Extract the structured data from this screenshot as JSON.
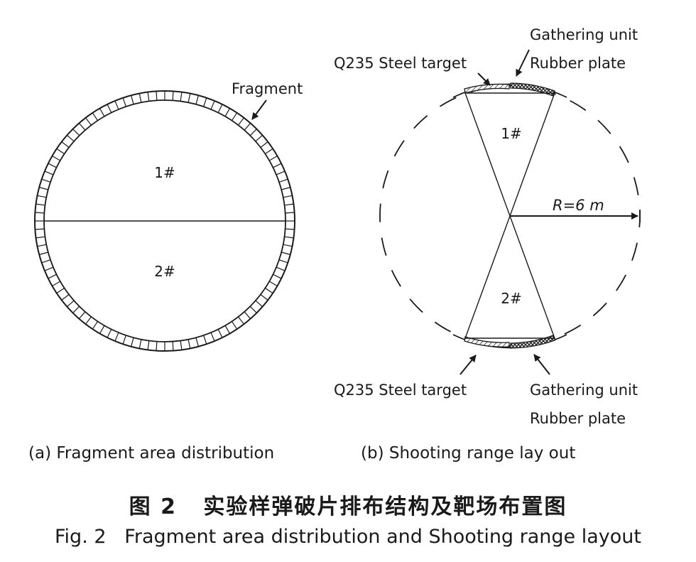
{
  "panel_a": {
    "fragment_label": "Fragment",
    "region_top": "1#",
    "region_bottom": "2#",
    "caption": "(a) Fragment area distribution"
  },
  "panel_b": {
    "steel_target_top": "Q235 Steel target",
    "gathering_unit_top": "Gathering unit",
    "rubber_plate_top": "Rubber plate",
    "region_top": "1#",
    "region_bottom": "2#",
    "radius_label": "R=6 m",
    "steel_target_bottom": "Q235 Steel target",
    "gathering_unit_bottom": "Gathering unit",
    "rubber_plate_bottom": "Rubber plate",
    "caption": "(b) Shooting range lay out"
  },
  "figure_title_cn": "图 2   实验样弹破片排布结构及靶场布置图",
  "figure_title_en": "Fig. 2   Fragment area distribution and Shooting range layout"
}
